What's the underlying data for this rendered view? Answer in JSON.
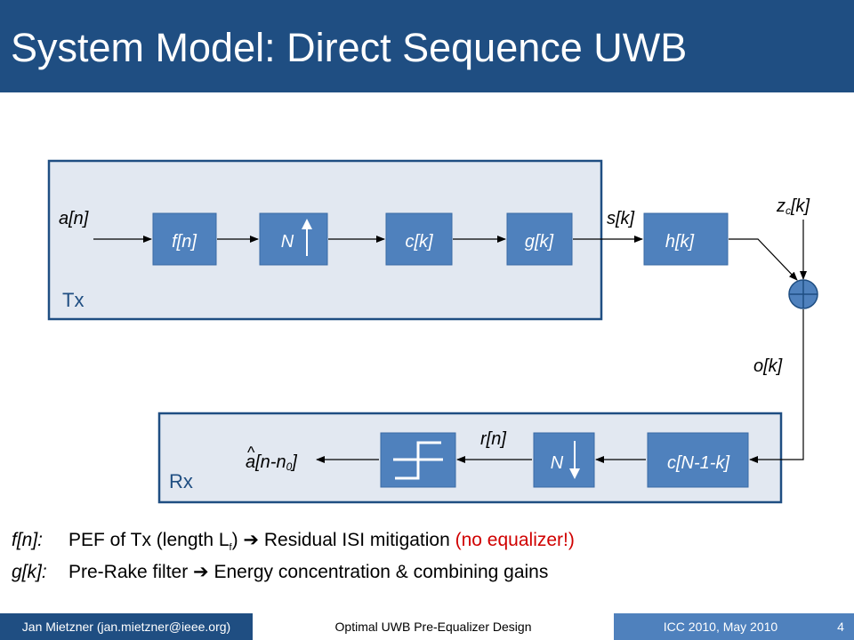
{
  "slide": {
    "title": "System Model: Direct Sequence UWB",
    "page_number": "4"
  },
  "diagram": {
    "tx_label": "Tx",
    "rx_label": "Rx",
    "signals": {
      "a_n": "a[n]",
      "s_k": "s[k]",
      "zc_main": "z",
      "zc_sub": "c",
      "zc_rest": "[k]",
      "o_k": "o[k]",
      "r_n": "r[n]",
      "ahat_hat": "^",
      "ahat_main": "a[n-n",
      "ahat_sub": "0",
      "ahat_close": "]"
    },
    "blocks": {
      "f_n": "f[n]",
      "upsample": "N",
      "c_k": "c[k]",
      "g_k": "g[k]",
      "h_k": "h[k]",
      "matched": "c[N-1-k]",
      "downsample": "N"
    }
  },
  "bullets": [
    {
      "term": "f[n]:",
      "text": "PEF of Tx (length L",
      "sub": "f",
      "text_after": ")  ➔ Residual ISI mitigation ",
      "highlight": "(no equalizer!)"
    },
    {
      "term": "g[k]:",
      "text": "Pre-Rake filter  ➔ Energy concentration & combining gains"
    }
  ],
  "footer": {
    "author": "Jan Mietzner (jan.mietzner@ieee.org)",
    "talk_title": "Optimal UWB Pre-Equalizer Design",
    "venue": "ICC 2010, May 2010"
  },
  "colors": {
    "header_bg": "#1f4e82",
    "block_fill": "#4f81bd",
    "panel_fill": "#e2e8f1",
    "panel_border": "#1f4e82",
    "highlight": "#d00000"
  }
}
